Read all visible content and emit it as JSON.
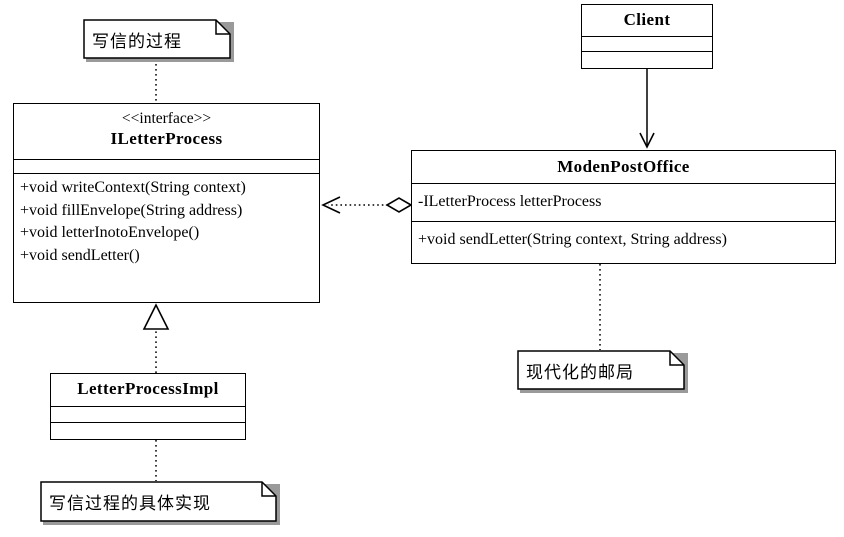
{
  "diagram": {
    "title": "UML Class Diagram - Letter Sending Bridge/Proxy Pattern",
    "background_color": "#ffffff",
    "line_color": "#000000",
    "shadow_color": "#9a9a9a"
  },
  "classes": {
    "iletterprocess": {
      "stereotype": "<<interface>>",
      "name": "ILetterProcess",
      "attributes": [],
      "methods": [
        "+void writeContext(String context)",
        "+void fillEnvelope(String address)",
        "+void letterInotoEnvelope()",
        "+void sendLetter()"
      ]
    },
    "letterprocessimpl": {
      "stereotype": "",
      "name": "LetterProcessImpl",
      "attributes": [],
      "methods": []
    },
    "client": {
      "stereotype": "",
      "name": "Client",
      "attributes": [],
      "methods": []
    },
    "modenpostoffice": {
      "stereotype": "",
      "name": "ModenPostOffice",
      "attributes": [
        "-ILetterProcess letterProcess"
      ],
      "methods": [
        "+void sendLetter(String context, String address)"
      ]
    }
  },
  "notes": {
    "write_letter_process": "写信的过程",
    "concrete_impl": "写信过程的具体实现",
    "modern_post_office": "现代化的邮局"
  },
  "relationships": [
    {
      "name": "realization",
      "from": "LetterProcessImpl",
      "to": "ILetterProcess",
      "style": "dotted-line-hollow-triangle"
    },
    {
      "name": "aggregation",
      "from": "ModenPostOffice",
      "to": "ILetterProcess",
      "style": "dotted-line-hollow-diamond-open-arrow"
    },
    {
      "name": "dependency",
      "from": "Client",
      "to": "ModenPostOffice",
      "style": "solid-line-open-arrow"
    },
    {
      "name": "note-anchor-iletterprocess",
      "from": "写信的过程",
      "to": "ILetterProcess",
      "style": "dotted-line"
    },
    {
      "name": "note-anchor-letterprocessimpl",
      "from": "写信过程的具体实现",
      "to": "LetterProcessImpl",
      "style": "dotted-line"
    },
    {
      "name": "note-anchor-modenpostoffice",
      "from": "现代化的邮局",
      "to": "ModenPostOffice",
      "style": "dotted-line"
    }
  ]
}
